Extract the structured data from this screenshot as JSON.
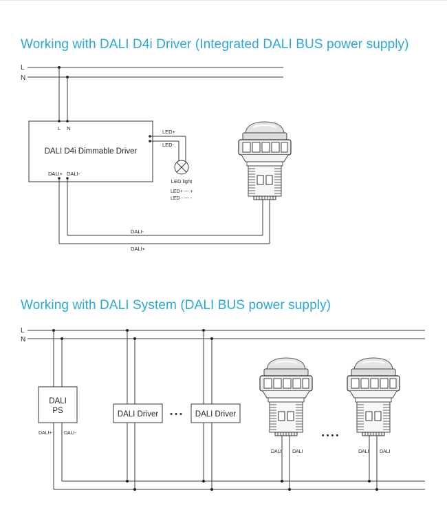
{
  "section1": {
    "title": "Working with DALI D4i Driver (Integrated DALI BUS power supply)",
    "line_L": "L",
    "line_N": "N",
    "driver": {
      "label": "DALI D4i Dimmable Driver",
      "term_L": "L",
      "term_N": "N",
      "term_dali_plus": "DALI+",
      "term_dali_minus": "DALI-",
      "led_plus": "LED+",
      "led_minus": "LED-"
    },
    "led_light": {
      "label": "LED light",
      "legend_plus": "LED+ --- +",
      "legend_minus": "LED - --- -"
    },
    "bus_dali_minus": "DALI-",
    "bus_dali_plus": "DALI+"
  },
  "section2": {
    "title": "Working with DALI System (DALI BUS power supply)",
    "line_L": "L",
    "line_N": "N",
    "ps": {
      "line1": "DALI",
      "line2": "PS",
      "term_plus": "DALI+",
      "term_minus": "DALI-"
    },
    "driver1_label": "DALI Driver",
    "driver2_label": "DALI Driver",
    "ellipsis_drivers": "• • •",
    "ellipsis_fixtures": "• • • •",
    "fixture1": {
      "term_left": "DALI",
      "term_right": "DALI"
    },
    "fixture2": {
      "term_left": "DALI",
      "term_right": "DALI"
    }
  }
}
